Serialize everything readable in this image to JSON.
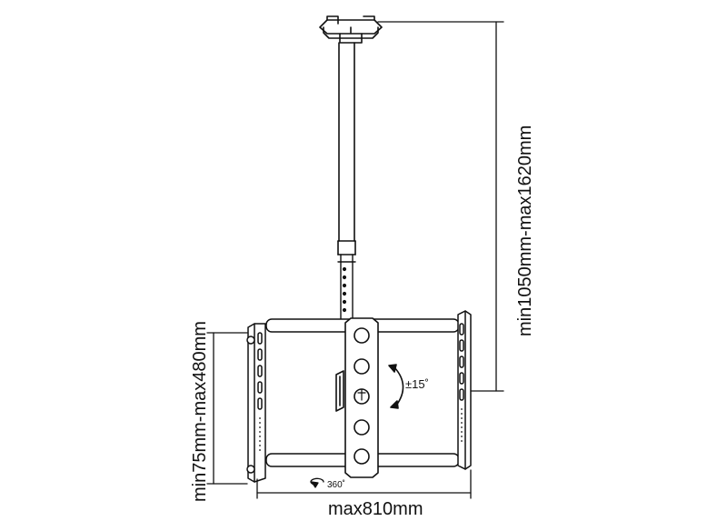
{
  "dimensions": {
    "height_label": "min1050mm-max1620mm",
    "vesa_height_label": "min75mm-max480mm",
    "vesa_width_label": "max810mm",
    "tilt_label": "±15˚",
    "swivel_label": "360˚"
  },
  "colors": {
    "line": "#111111",
    "background": "#ffffff"
  }
}
